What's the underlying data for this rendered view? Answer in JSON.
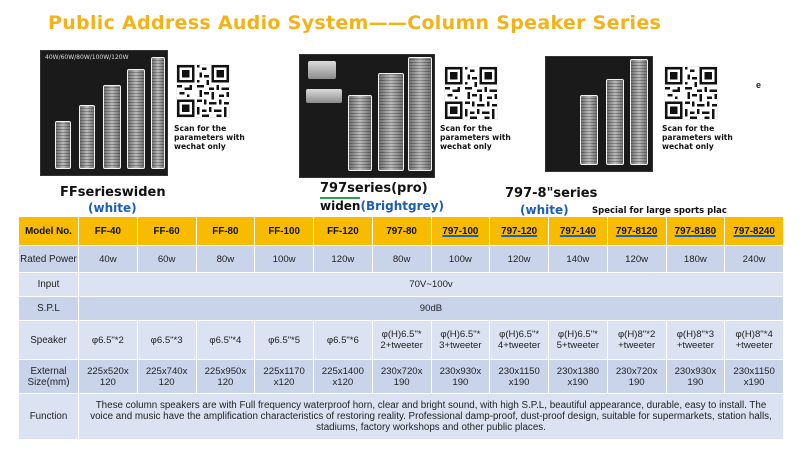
{
  "title": "Public Address Audio System——Column Speaker Series",
  "photos": [
    {
      "watts_tag": "40W/60W/80W/100W/120W"
    }
  ],
  "scan_text": "Scan for the parameters with wechat only",
  "stray_mark": "e",
  "series": {
    "ff": {
      "name": "FFserieswiden",
      "color": "(white)"
    },
    "s797": {
      "name": "797series(pro)",
      "widen": "widen",
      "color": "(Brightgrey)"
    },
    "s7978": {
      "name": "797-8\"series",
      "color": "(white)"
    }
  },
  "special_note": "Special for large sports plac",
  "table": {
    "header_label": "Model No.",
    "models": [
      "FF-40",
      "FF-60",
      "FF-80",
      "FF-100",
      "FF-120",
      "797-80",
      "797-100",
      "797-120",
      "797-140",
      "797-8120",
      "797-8180",
      "797-8240"
    ],
    "rows": {
      "rated_power": {
        "label": "Rated Power",
        "values": [
          "40w",
          "60w",
          "80w",
          "100w",
          "120w",
          "80w",
          "100w",
          "120w",
          "140w",
          "120w",
          "180w",
          "240w"
        ]
      },
      "input": {
        "label": "Input",
        "value": "70V~100v"
      },
      "spl": {
        "label": "S.P.L",
        "value": "90dB"
      },
      "speaker": {
        "label": "Speaker",
        "values": [
          "φ6.5\"*2",
          "φ6.5\"*3",
          "φ6.5\"*4",
          "φ6.5\"*5",
          "φ6.5\"*6",
          "φ(H)6.5\"* 2+tweeter",
          "φ(H)6.5\"* 3+tweeter",
          "φ(H)6.5\"* 4+tweeter",
          "φ(H)6.5\"* 5+tweeter",
          "φ(H)8\"*2 +tweeter",
          "φ(H)8\"*3 +tweeter",
          "φ(H)8\"*4 +tweeter"
        ]
      },
      "size": {
        "label": "External Size(mm)",
        "values": [
          "225x520x 120",
          "225x740x 120",
          "225x950x 120",
          "225x1170 x120",
          "225x1400 x120",
          "230x720x 190",
          "230x930x 190",
          "230x1150 x190",
          "230x1380 x190",
          "230x720x 190",
          "230x930x 190",
          "230x1150 x190"
        ]
      },
      "function": {
        "label": "Function",
        "value": "These column speakers are with Full frequency waterproof horn, clear and bright sound, with high S.P.L, beautiful appearance, durable, easy to install. The voice and music have the amplification characteristics of restoring reality. Professional damp-proof, dust-proof design, suitable for supermarkets, station halls, stadiums, factory workshops and other public places."
      }
    }
  },
  "colors": {
    "title": "#f3b318",
    "header_bg": "#f7bc00",
    "row_bg": "#dbe3f2",
    "row_alt_bg": "#c9d4ea",
    "series_sub": "#1a5fb4"
  }
}
